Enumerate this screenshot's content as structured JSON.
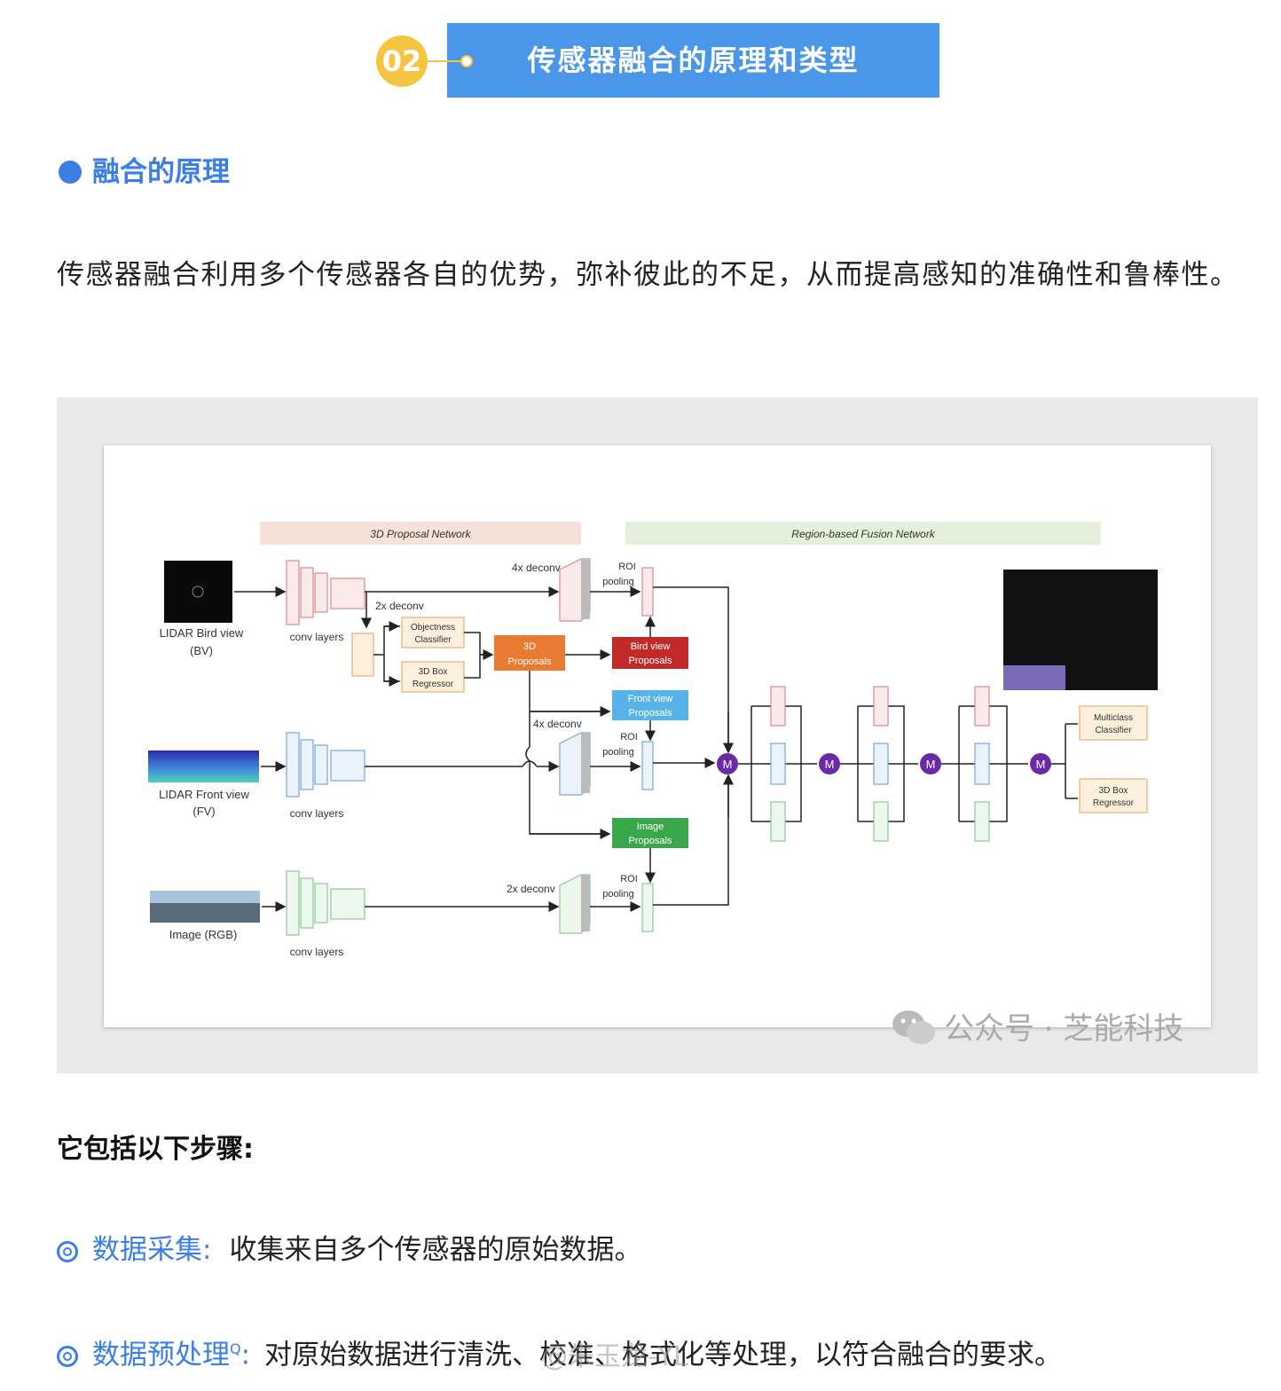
{
  "section": {
    "number": "02",
    "title": "传感器融合的原理和类型"
  },
  "subsection": {
    "title": "融合的原理"
  },
  "paragraph": "传感器融合利用多个传感器各自的优势，弥补彼此的不足，从而提高感知的准确性和鲁棒性。",
  "figure": {
    "proposal_network": "3D Proposal Network",
    "fusion_network": "Region-based Fusion Network",
    "bv_label_1": "LIDAR Bird view",
    "bv_label_2": "(BV)",
    "fv_label_1": "LIDAR Front view",
    "fv_label_2": "(FV)",
    "rgb_label": "Image (RGB)",
    "conv_layers": "conv layers",
    "deconv_2x": "2x deconv",
    "deconv_4x": "4x deconv",
    "roi": "ROI",
    "pooling": "pooling",
    "objectness_1": "Objectness",
    "objectness_2": "Classifier",
    "box_1": "3D Box",
    "box_2": "Regressor",
    "proposals_3d_1": "3D",
    "proposals_3d_2": "Proposals",
    "bird_view_1": "Bird view",
    "bird_view_2": "Proposals",
    "front_view_1": "Front view",
    "front_view_2": "Proposals",
    "image_prop_1": "Image",
    "image_prop_2": "Proposals",
    "m": "M",
    "multiclass_1": "Multiclass",
    "multiclass_2": "Classifier"
  },
  "watermark": "公众号 · 芝能科技",
  "steps_title": "它包括以下步骤:",
  "steps": [
    {
      "label": "数据采集:",
      "text": "收集来自多个传感器的原始数据。"
    },
    {
      "label": "数据预处理",
      "sup": "Q",
      "colon": ":",
      "text": "对原始数据进行清洗、校准、格式化等处理，以符合融合的要求。"
    }
  ],
  "bottom_watermark": "@朱玉龙-YL",
  "colors": {
    "accent_blue": "#4a97ea",
    "badge_yellow": "#f5c542",
    "link_blue": "#3a7ee6"
  }
}
